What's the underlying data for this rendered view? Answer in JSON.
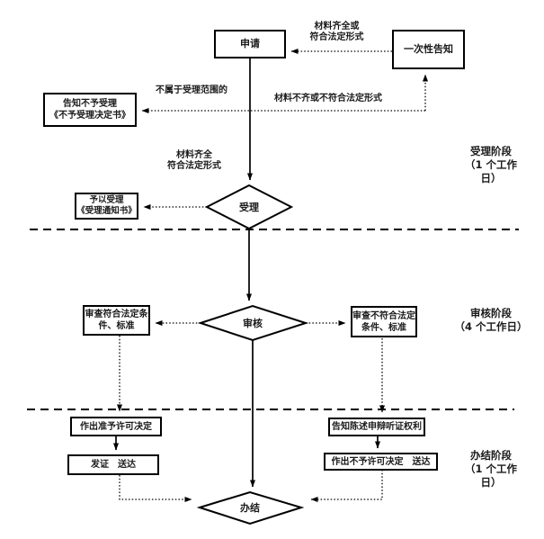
{
  "flowchart": {
    "nodes": {
      "apply": "申请",
      "one_time_notice": "一次性告知",
      "notify_rejection": "告知不予受理\n《不予受理决定书》",
      "accept_notice": "予以受理\n《受理通知书》",
      "accept": "受理",
      "review": "审核",
      "review_pass": "审查符合法定条\n件、标准",
      "review_fail": "审查不符合法定\n条件、标准",
      "grant_decision": "作出准予许可决定",
      "issue_deliver": "发证　送达",
      "hearing_rights": "告知陈述申辩听证权利",
      "deny_decision": "作出不予许可决定　送达",
      "finish": "办结"
    },
    "edge_labels": {
      "materials_complete_or_legal": "材料齐全或\n符合法定形式",
      "not_in_scope": "不属于受理范围的",
      "materials_incomplete": "材料不齐或不符合法定形式",
      "materials_complete_legal": "材料齐全\n符合法定形式"
    },
    "stages": {
      "accept_stage": "受理阶段\n（1 个工作\n日）",
      "review_stage": "审核阶段\n（4 个工作日）",
      "finish_stage": "办结阶段\n（1 个工作\n日）"
    },
    "colors": {
      "line": "#000000",
      "text": "#1a1a1a",
      "background": "#ffffff"
    }
  }
}
